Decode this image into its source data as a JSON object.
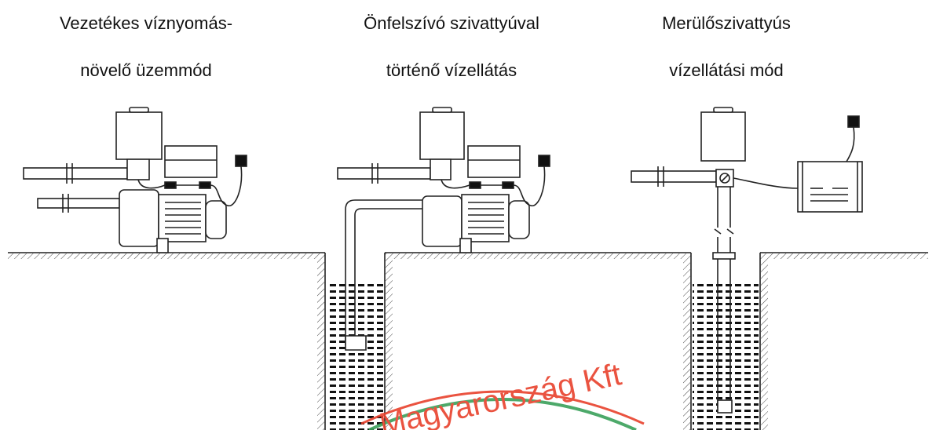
{
  "captions": {
    "wired": {
      "line1": "Vezetékes víznyomás-",
      "line2": "növelő üzemmód"
    },
    "selfpriming": {
      "line1": "Önfelszívó szivattyúval",
      "line2": "történő vízellátás"
    },
    "submersible": {
      "line1": "Merülőszivattyús",
      "line2": "vízellátási mód"
    }
  },
  "watermark": {
    "text": "Magyarország Kft",
    "color": "#e8412c",
    "arc_color": "#3aa05a"
  }
}
